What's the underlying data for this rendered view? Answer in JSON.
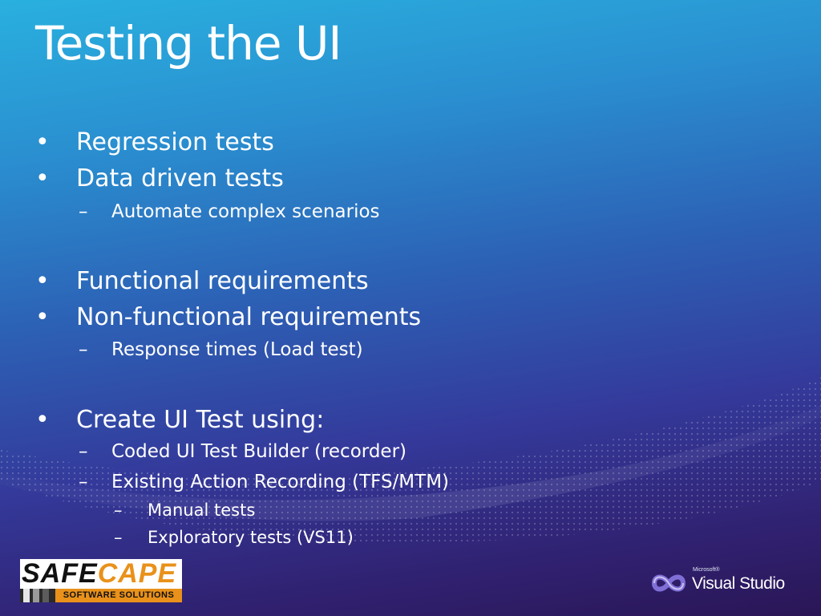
{
  "slide": {
    "title": "Testing the UI",
    "bullets": [
      {
        "level": 1,
        "marker": "•",
        "text": "Regression tests"
      },
      {
        "level": 1,
        "marker": "•",
        "text": "Data driven tests"
      },
      {
        "level": 2,
        "marker": "–",
        "text": "Automate complex scenarios"
      },
      {
        "level": 1,
        "marker": "•",
        "text": "Functional requirements"
      },
      {
        "level": 1,
        "marker": "•",
        "text": "Non-functional requirements"
      },
      {
        "level": 2,
        "marker": "–",
        "text": "Response times (Load test)"
      },
      {
        "level": 1,
        "marker": "•",
        "text": "Create UI Test using:"
      },
      {
        "level": 2,
        "marker": "–",
        "text": "Coded UI Test Builder (recorder)"
      },
      {
        "level": 2,
        "marker": "–",
        "text": "Existing Action Recording (TFS/MTM)"
      },
      {
        "level": 3,
        "marker": "–",
        "text": "Manual tests"
      },
      {
        "level": 3,
        "marker": "–",
        "text": "Exploratory tests (VS11)"
      }
    ]
  },
  "footer": {
    "left_logo": {
      "word_part1": "SAFE",
      "word_part2": "CAPE",
      "tagline": "SOFTWARE SOLUTIONS"
    },
    "right_logo": {
      "maker": "Microsoft®",
      "product": "Visual Studio",
      "icon": "infinity-icon"
    }
  },
  "colors": {
    "text": "#ffffff",
    "background_top": "#29b0df",
    "background_bottom": "#2a1656",
    "logo_accent": "#e9911a"
  }
}
